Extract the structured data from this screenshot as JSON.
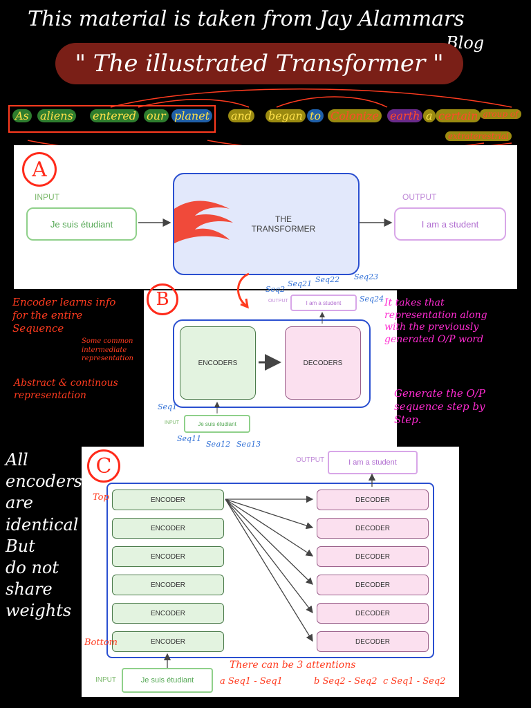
{
  "header": {
    "line1": "This material is taken from Jay Alammars",
    "line1_end": "Blog",
    "banner": "\" The illustrated Transformer \""
  },
  "sentence": {
    "words": [
      {
        "text": "As",
        "bg": "#2e7d2e",
        "fg": "#ffe14a"
      },
      {
        "text": "aliens",
        "bg": "#2e7d2e",
        "fg": "#ffe14a"
      },
      {
        "text": "entered",
        "bg": "#2e7d2e",
        "fg": "#ffe14a"
      },
      {
        "text": "our",
        "bg": "#2e7d2e",
        "fg": "#ffe14a"
      },
      {
        "text": "planet",
        "bg": "#1f5fa8",
        "fg": "#ffe14a"
      },
      {
        "text": "and",
        "bg": "#9a8a10",
        "fg": "#ffe14a"
      },
      {
        "text": "began",
        "bg": "#9a8a10",
        "fg": "#ffe14a"
      },
      {
        "text": "to",
        "bg": "#1f5fa8",
        "fg": "#ffe14a"
      },
      {
        "text": "Colonize",
        "bg": "#9a8a10",
        "fg": "#ff4a2a"
      },
      {
        "text": "earth",
        "bg": "#6a2a8a",
        "fg": "#ff4a2a"
      },
      {
        "text": "a",
        "bg": "#9a8a10",
        "fg": "#ffe14a"
      },
      {
        "text": "certain",
        "bg": "#9a8a10",
        "fg": "#ff4a2a"
      },
      {
        "text": "group of",
        "bg": "#9a8a10",
        "fg": "#ff4a2a"
      },
      {
        "text": "extraterestrial",
        "bg": "#9a8a10",
        "fg": "#ff4a2a"
      }
    ]
  },
  "panelA": {
    "marker": "A",
    "input_label": "INPUT",
    "input_text": "Je suis étudiant",
    "box_title_1": "THE",
    "box_title_2": "TRANSFORMER",
    "output_label": "OUTPUT",
    "output_text": "I am a student"
  },
  "panelB": {
    "marker": "B",
    "output_label": "OUTPUT",
    "output_text": "I am a student",
    "encoders": "ENCODERS",
    "decoders": "DECODERS",
    "input_label": "INPUT",
    "input_text": "Je suis étudiant",
    "seq_labels": {
      "seq1": "Seq1",
      "seq11": "Seq11",
      "seq12": "Seq12",
      "seq13": "Seq13",
      "seq2": "Seq2",
      "seq21": "Seq21",
      "seq22": "Seq22",
      "seq23": "Seq23",
      "seq24": "Seq24"
    }
  },
  "notes": {
    "left": "Encoder learns info\nfor the entire\nSequence",
    "left_bracket": "Some common\nintermediate\nrepresentation",
    "left2": "Abstract & continous\nrepresentation",
    "right": "It takes that\nrepresentation along\nwith the previously\ngenerated O/P word",
    "right2": "Generate the O/P\nsequence step by\nStep.",
    "vertical": "All\nencoders\nare\nidentical\nBut\ndo not\nshare\nweights"
  },
  "panelC": {
    "marker": "C",
    "output_label": "OUTPUT",
    "output_text": "I am a student",
    "encoder_labels": [
      "ENCODER",
      "ENCODER",
      "ENCODER",
      "ENCODER",
      "ENCODER",
      "ENCODER"
    ],
    "decoder_labels": [
      "DECODER",
      "DECODER",
      "DECODER",
      "DECODER",
      "DECODER",
      "DECODER"
    ],
    "top_label": "Top",
    "bottom_label": "Bottom",
    "input_label": "INPUT",
    "input_text": "Je suis étudiant",
    "attn_note": "There can be 3 attentions",
    "attn_a": "a Seq1 - Seq1",
    "attn_b": "b Seq2 - Seq2",
    "attn_c": "c Seq1 - Seq2"
  }
}
